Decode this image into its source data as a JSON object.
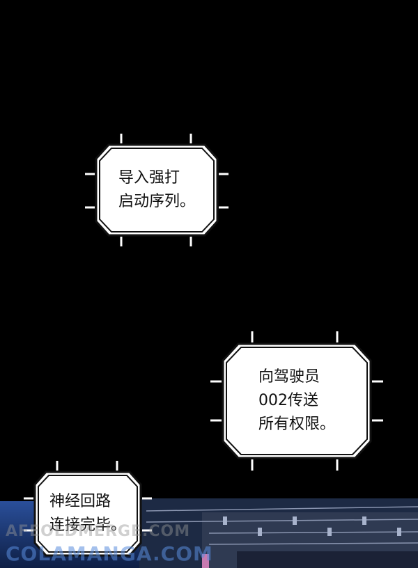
{
  "panel": {
    "background": "#000000",
    "bubbles": [
      {
        "lines": "导入强打\n启动序列。"
      },
      {
        "lines": "向驾驶员\n002传送\n所有权限。"
      },
      {
        "lines": "神经回路\n连接完毕。"
      }
    ],
    "watermark": {
      "line1": "AFEOLDMERGE.COM",
      "line2": "COLAMANGA.COM"
    }
  }
}
